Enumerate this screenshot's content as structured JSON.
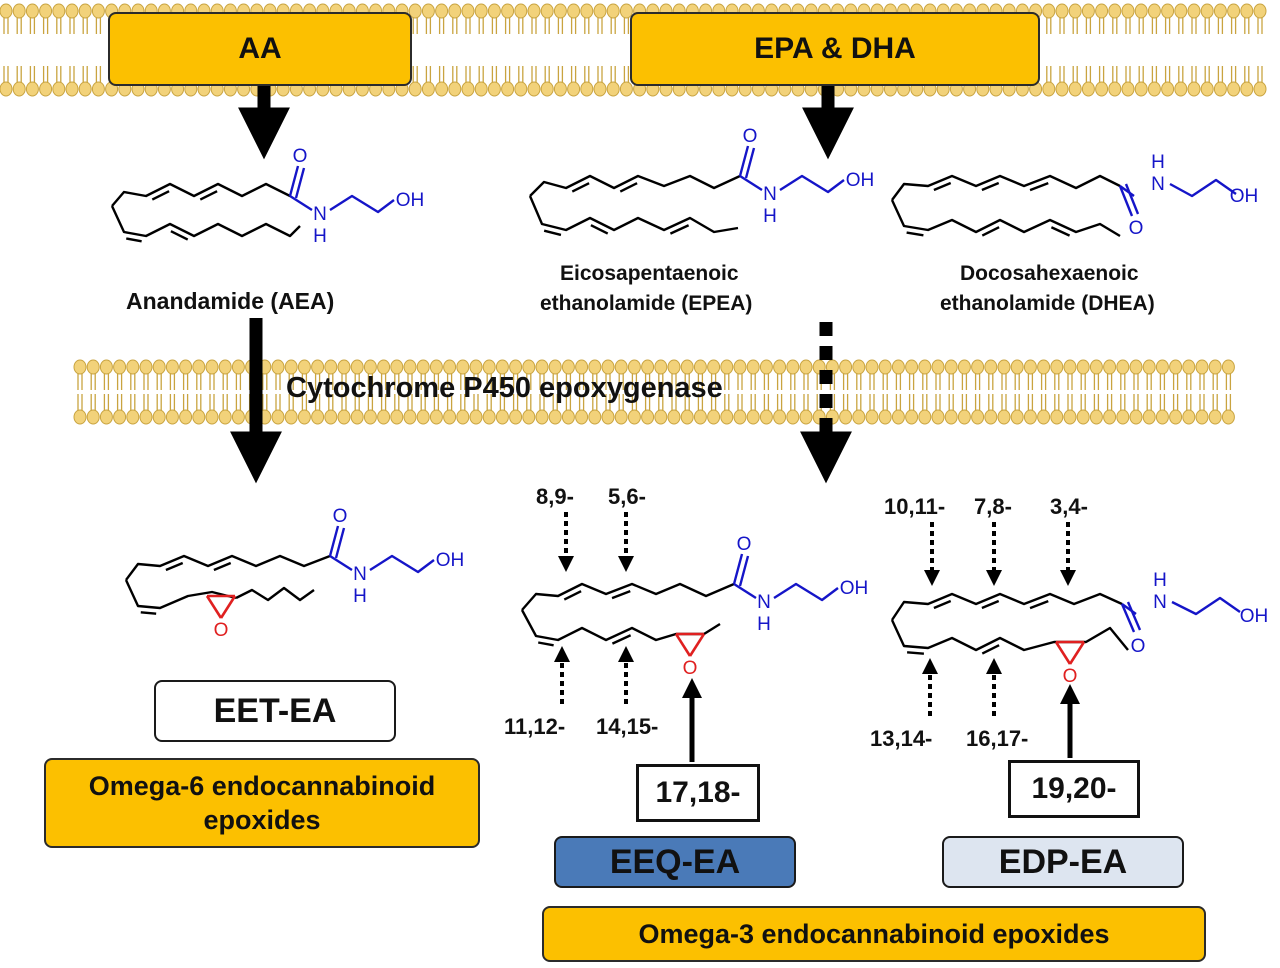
{
  "sources": {
    "aa": "AA",
    "epa_dha": "EPA & DHA"
  },
  "molecules": {
    "aea": "Anandamide  (AEA)",
    "epea_line1": "Eicosapentaenoic",
    "epea_line2": "ethanolamide (EPEA)",
    "dhea_line1": "Docosahexaenoic",
    "dhea_line2": "ethanolamide (DHEA)"
  },
  "enzyme": "Cytochrome P450 epoxygenase",
  "atoms": {
    "oxygen": "O",
    "nitrogen": "N",
    "hydrogen": "H",
    "hydroxyl": "OH"
  },
  "epoxide_positions": {
    "eeq": [
      "8,9-",
      "5,6-",
      "11,12-",
      "14,15-",
      "17,18-"
    ],
    "edp": [
      "10,11-",
      "7,8-",
      "3,4-",
      "13,14-",
      "16,17-",
      "19,20-"
    ]
  },
  "products": {
    "eet": "EET-EA",
    "eeq": "EEQ-EA",
    "edp": "EDP-EA"
  },
  "classes": {
    "omega6_line1": "Omega-6 endocannabinoid",
    "omega6_line2": "epoxides",
    "omega3": "Omega-3 endocannabinoid epoxides"
  },
  "colors": {
    "gold": "#fcc000",
    "membrane": "#f2d27a",
    "membrane_edge": "#c9a440",
    "head_group": "#1515c8",
    "epoxide": "#e02020",
    "eeq_box": "#4a7ab8",
    "edp_box": "#dde5f0"
  }
}
